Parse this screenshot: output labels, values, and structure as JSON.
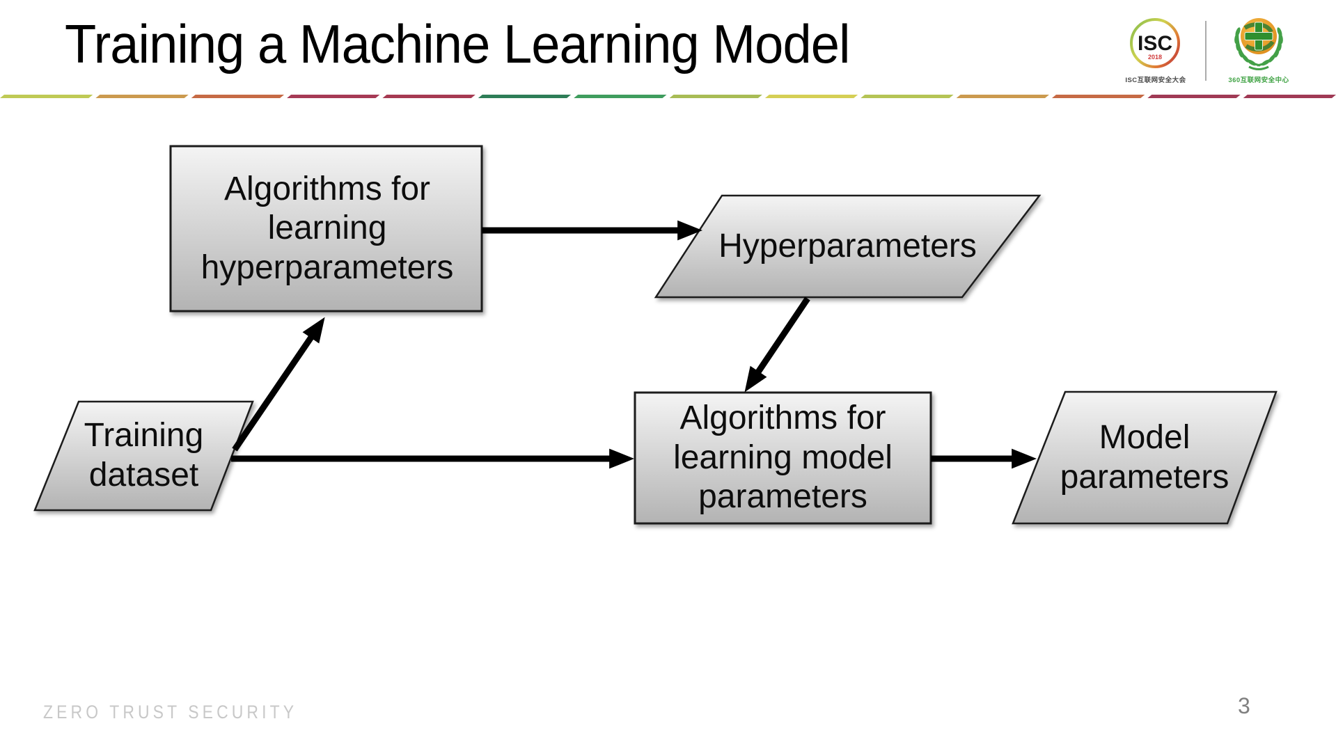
{
  "slide": {
    "title": "Training a Machine Learning Model",
    "footer": "ZERO TRUST SECURITY",
    "page_number": "3"
  },
  "logos": {
    "isc": {
      "abbr": "ISC",
      "year": "2018",
      "caption": "ISC互联网安全大会"
    },
    "partner": {
      "caption": "360互联网安全中心"
    }
  },
  "separator": {
    "segments": [
      "#bfca55",
      "#cb9a4e",
      "#c66a45",
      "#a63a55",
      "#a63a52",
      "#2e7d57",
      "#3f9d5e",
      "#a8bc55",
      "#d5cf55",
      "#b5c455",
      "#cb9a4e",
      "#c66a45",
      "#a03a55",
      "#a03a55"
    ]
  },
  "diagram": {
    "colors": {
      "fill_top": "#f4f4f4",
      "fill_bottom": "#b3b3b3",
      "border": "#1a1a1a",
      "arrow": "#000000",
      "text": "#0d0d0d"
    },
    "nodes": [
      {
        "id": "algorithms-for-learning-hyperparameters",
        "shape": "rectangle",
        "label": "Algorithms for\nlearning\nhyperparameters"
      },
      {
        "id": "hyperparameters",
        "shape": "parallelogram",
        "label": "Hyperparameters"
      },
      {
        "id": "training-dataset",
        "shape": "parallelogram",
        "label": "Training\ndataset"
      },
      {
        "id": "algorithms-for-learning-model-parameters",
        "shape": "rectangle",
        "label": "Algorithms for\nlearning model\nparameters"
      },
      {
        "id": "model-parameters",
        "shape": "parallelogram",
        "label": "Model\nparameters"
      }
    ],
    "edges": [
      {
        "from": "training-dataset",
        "to": "algorithms-for-learning-hyperparameters"
      },
      {
        "from": "algorithms-for-learning-hyperparameters",
        "to": "hyperparameters"
      },
      {
        "from": "hyperparameters",
        "to": "algorithms-for-learning-model-parameters"
      },
      {
        "from": "training-dataset",
        "to": "algorithms-for-learning-model-parameters"
      },
      {
        "from": "algorithms-for-learning-model-parameters",
        "to": "model-parameters"
      }
    ]
  }
}
